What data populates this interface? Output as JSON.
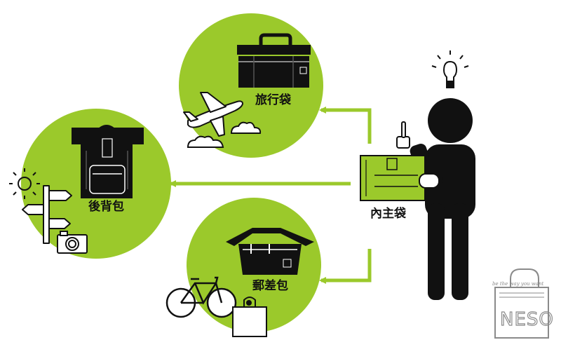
{
  "colors": {
    "accent": "#9bc92b",
    "ink": "#111111",
    "muted": "#8a8a8a"
  },
  "inner_bag": {
    "label": "內主袋"
  },
  "options": [
    {
      "id": "travel",
      "label": "旅行袋",
      "icon": "travel-duffel-icon",
      "scene": [
        "airplane-icon",
        "cloud-icon"
      ]
    },
    {
      "id": "backpack",
      "label": "後背包",
      "icon": "backpack-icon",
      "scene": [
        "sun-icon",
        "signpost-icon",
        "camera-icon"
      ]
    },
    {
      "id": "messenger",
      "label": "郵差包",
      "icon": "messenger-bag-icon",
      "scene": [
        "bicycle-icon",
        "shopping-bag-icon"
      ]
    }
  ],
  "brand": {
    "tagline": "be the way you want",
    "name": "NESO"
  }
}
